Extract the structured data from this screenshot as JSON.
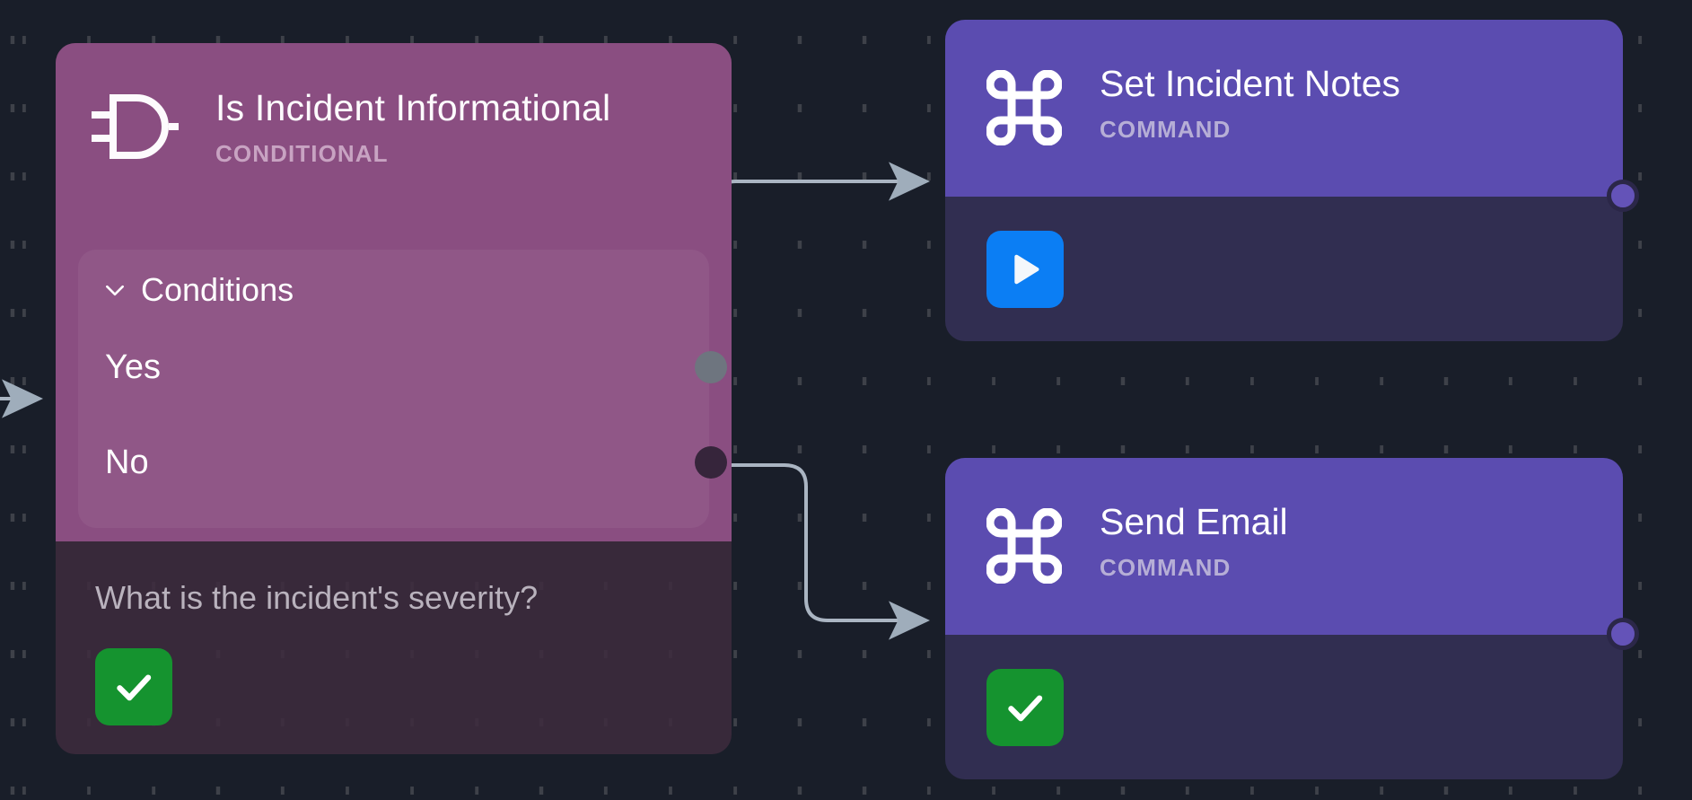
{
  "canvas": {
    "background_color": "#191e29",
    "grid": "dot-grid"
  },
  "nodes": [
    {
      "id": "conditional",
      "title": "Is Incident Informational",
      "subtitle": "CONDITIONAL",
      "icon": "logic-gate-icon",
      "color": "#8a4e81",
      "conditions": {
        "label": "Conditions",
        "expanded": true,
        "branches": [
          {
            "label": "Yes",
            "port_color": "#6e757f"
          },
          {
            "label": "No",
            "port_color": "#36253b"
          }
        ]
      },
      "footer": {
        "question": "What is the incident's severity?",
        "status_button": {
          "icon": "check-icon",
          "color": "#15932f"
        }
      }
    },
    {
      "id": "set-incident-notes",
      "title": "Set Incident Notes",
      "subtitle": "COMMAND",
      "icon": "command-icon",
      "color": "#5b4cb0",
      "footer": {
        "status_button": {
          "icon": "play-icon",
          "color": "#0b7ef4"
        }
      },
      "output_port_color": "#6453b8"
    },
    {
      "id": "send-email",
      "title": "Send Email",
      "subtitle": "COMMAND",
      "icon": "command-icon",
      "color": "#5b4cb0",
      "footer": {
        "status_button": {
          "icon": "check-icon",
          "color": "#15932f"
        }
      },
      "output_port_color": "#6453b8"
    }
  ],
  "edges": [
    {
      "from": "input",
      "to": "conditional",
      "color": "#aab5c2"
    },
    {
      "from": "conditional.yes",
      "to": "set-incident-notes",
      "color": "#aab5c2"
    },
    {
      "from": "conditional.no",
      "to": "send-email",
      "color": "#aab5c2"
    }
  ]
}
